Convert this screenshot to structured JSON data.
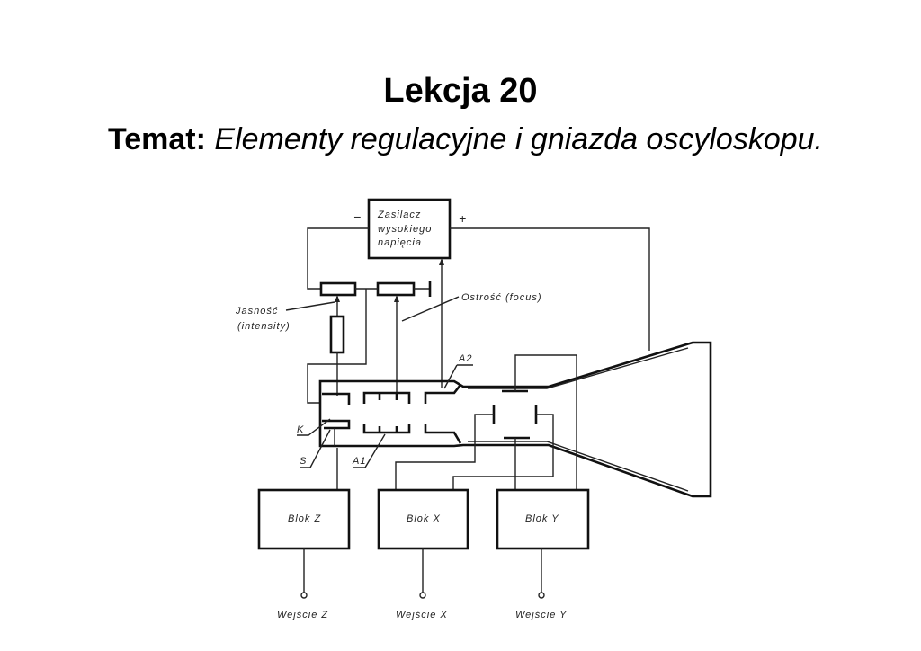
{
  "slide": {
    "title": "Lekcja 20",
    "subject_label": "Temat:",
    "subject_text": "Elementy regulacyjne i gniazda oscyloskopu."
  },
  "diagram": {
    "power_supply": [
      "Zasilacz",
      "wysokiego",
      "napięcia"
    ],
    "minus": "−",
    "plus": "+",
    "brightness": "Jasność",
    "brightness_en": "(intensity)",
    "focus": "Ostrość (focus)",
    "a2": "A2",
    "a1": "A1",
    "k": "K",
    "s": "S",
    "block_z": "Blok Z",
    "block_x": "Blok X",
    "block_y": "Blok Y",
    "input_z": "Wejście Z",
    "input_x": "Wejście X",
    "input_y": "Wejście Y"
  }
}
